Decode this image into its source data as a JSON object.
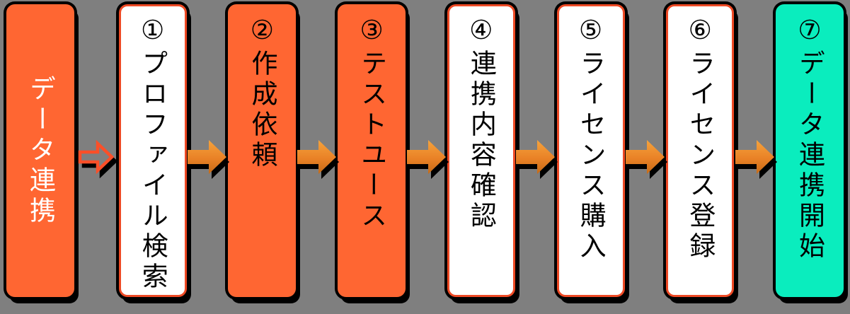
{
  "diagram": {
    "title_semantic": "data-linkage-process-flow",
    "background_color": "#7f7f7f",
    "colors": {
      "step_orange": "#ff6632",
      "step_teal": "#0aedbe",
      "step_white": "#ffffff",
      "white_step_border": "#ee4a25",
      "text_black": "#000000",
      "start_step_text": "#ffffff",
      "arrow_gradient_top": "#f5a33c",
      "arrow_gradient_mid": "#e98126",
      "arrow_gradient_bottom": "#c66a15",
      "outline_arrow_stroke": "#fb4f28",
      "outline_black": "#000000"
    }
  },
  "flow": {
    "steps": [
      {
        "number": "",
        "label": "データ連携",
        "variant": "start"
      },
      {
        "number": "①",
        "label": "プロファイル検索",
        "variant": "white"
      },
      {
        "number": "②",
        "label": "作成依頼",
        "variant": "orange"
      },
      {
        "number": "③",
        "label": "テストユース",
        "variant": "orange"
      },
      {
        "number": "④",
        "label": "連携内容確認",
        "variant": "white"
      },
      {
        "number": "⑤",
        "label": "ライセンス購入",
        "variant": "white"
      },
      {
        "number": "⑥",
        "label": "ライセンス登録",
        "variant": "white"
      },
      {
        "number": "⑦",
        "label": "データ連携開始",
        "variant": "end"
      }
    ],
    "connectors": [
      {
        "style": "outline",
        "direction": "right"
      },
      {
        "style": "filled",
        "direction": "right"
      },
      {
        "style": "filled",
        "direction": "right"
      },
      {
        "style": "filled",
        "direction": "right"
      },
      {
        "style": "filled",
        "direction": "right"
      },
      {
        "style": "filled",
        "direction": "right"
      },
      {
        "style": "filled",
        "direction": "right"
      }
    ]
  }
}
